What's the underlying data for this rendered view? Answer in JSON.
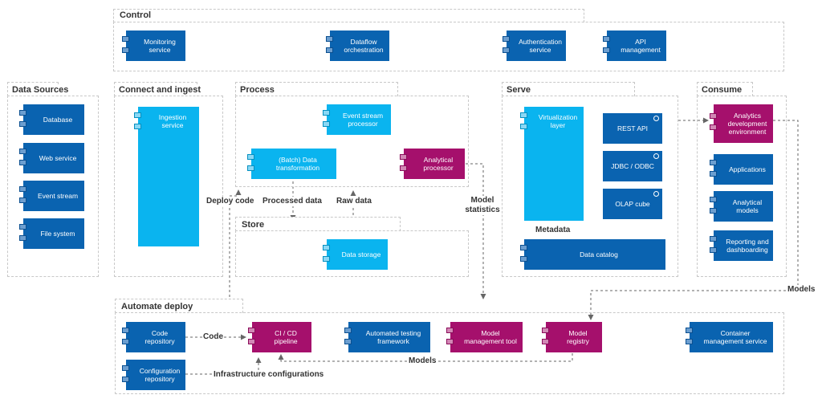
{
  "groups": {
    "control": "Control",
    "data_sources": "Data Sources",
    "connect_ingest": "Connect and ingest",
    "process": "Process",
    "store": "Store",
    "serve": "Serve",
    "consume": "Consume",
    "automate_deploy": "Automate deploy"
  },
  "control": {
    "monitoring": "Monitoring service",
    "dataflow": "Dataflow orchestration",
    "authentication": "Authentication service",
    "api_management": "API management"
  },
  "data_sources": {
    "database": "Database",
    "web_service": "Web service",
    "event_stream": "Event stream",
    "file_system": "File system"
  },
  "ingest": {
    "ingestion_service": "Ingestion service"
  },
  "process": {
    "event_stream_processor": "Event stream processor",
    "batch_transformation": "(Batch) Data transformation",
    "analytical_processor": "Analytical processor"
  },
  "store": {
    "data_storage": "Data storage"
  },
  "serve": {
    "virtualization_layer": "Virtualization layer",
    "rest_api": "REST API",
    "jdbc_odbc": "JDBC / ODBC",
    "olap_cube": "OLAP cube",
    "metadata": "Metadata",
    "data_catalog": "Data catalog"
  },
  "consume": {
    "analytics_env": "Analytics development environment",
    "applications": "Applications",
    "analytical_models": "Analytical models",
    "reporting": "Reporting and dashboarding"
  },
  "deploy": {
    "code_repository": "Code repository",
    "configuration_repository": "Configuration repository",
    "cicd_pipeline": "CI / CD pipeline",
    "automated_testing": "Automated testing framework",
    "model_management": "Model management tool",
    "model_registry": "Model registry",
    "container_management": "Container management service"
  },
  "edges": {
    "deploy_code": "Deploy code",
    "processed_data": "Processed data",
    "raw_data": "Raw data",
    "model_statistics": "Model statistics",
    "models_right": "Models",
    "code": "Code",
    "infrastructure": "Infrastructure configurations",
    "models_bottom": "Models"
  },
  "colors": {
    "blue": "#0a63b0",
    "cyan": "#0ab4ef",
    "magenta": "#a5106c",
    "dashed_border": "#c8c8c8",
    "connector": "#666666"
  }
}
